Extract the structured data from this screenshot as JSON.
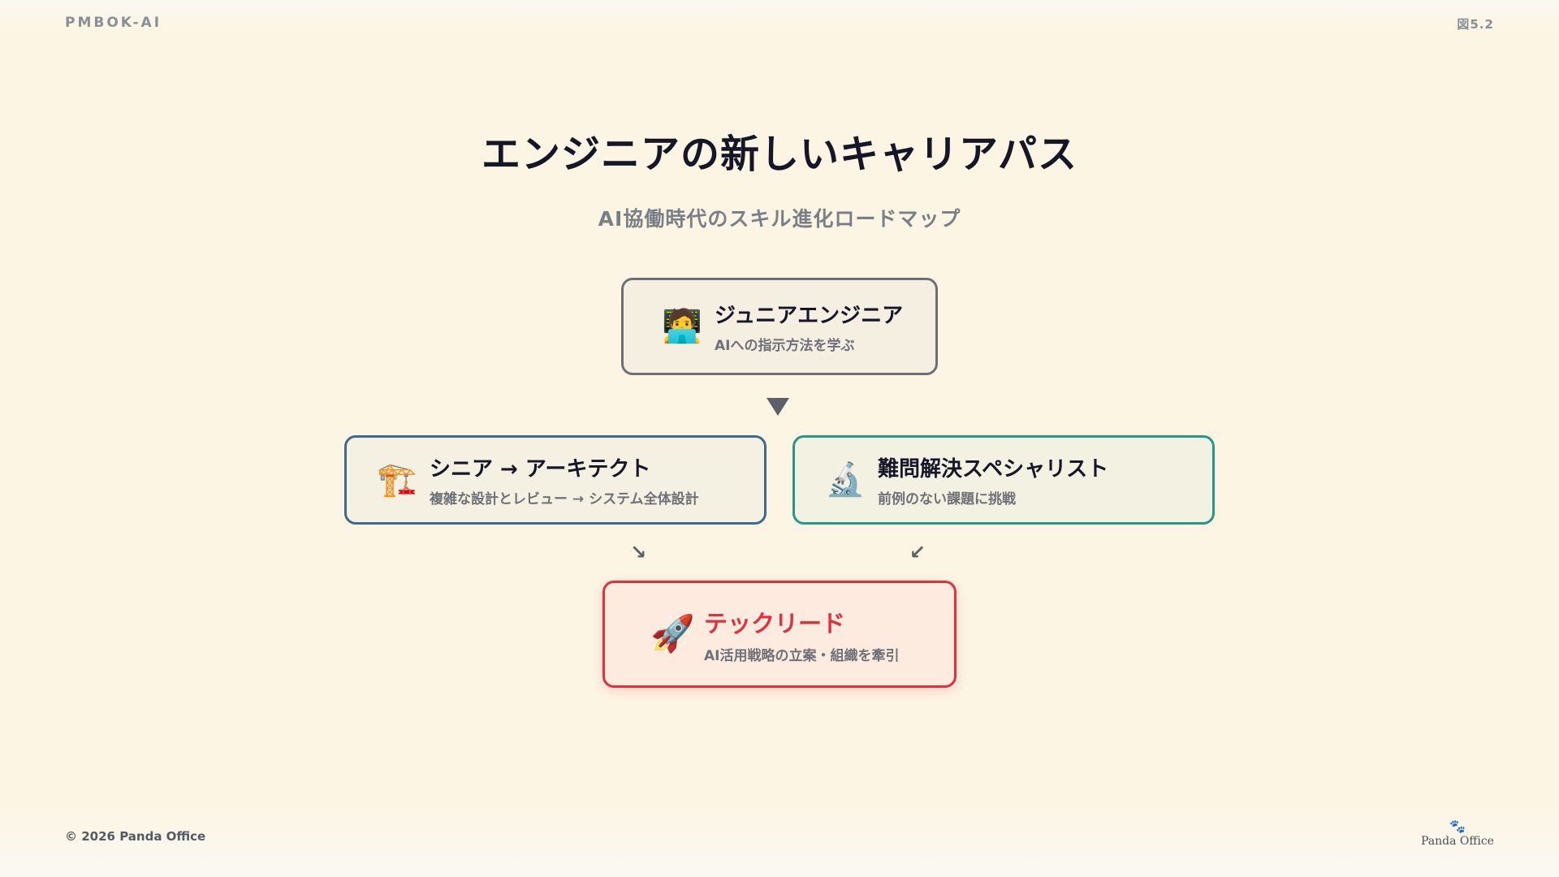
{
  "header": {
    "brand": "PMBOK-AI",
    "figure_number": "図5.2"
  },
  "title": "エンジニアの新しいキャリアパス",
  "subtitle": "AI協働時代のスキル進化ロードマップ",
  "nodes": {
    "junior": {
      "icon": "🧑‍💻",
      "label": "ジュニアエンジニア",
      "desc": "AIへの指示方法を学ぶ",
      "border_color": "#6b7078"
    },
    "senior": {
      "icon": "🏗️",
      "label": "シニア → アーキテクト",
      "desc": "複雑な設計とレビュー → システム全体設計",
      "border_color": "#40698f"
    },
    "specialist": {
      "icon": "🔬",
      "label": "難問解決スペシャリスト",
      "desc": "前例のない課題に挑戦",
      "border_color": "#26978a"
    },
    "techlead": {
      "icon": "🚀",
      "label": "テックリード",
      "desc": "AI活用戦略の立案・組織を牽引",
      "border_color": "#e0313f"
    }
  },
  "connectors": {
    "left_arrow": "↘",
    "right_arrow": "↙"
  },
  "footer": {
    "copyright": "© 2026 Panda Office",
    "logo_paw": "🐾",
    "logo_text": "Panda Office"
  }
}
